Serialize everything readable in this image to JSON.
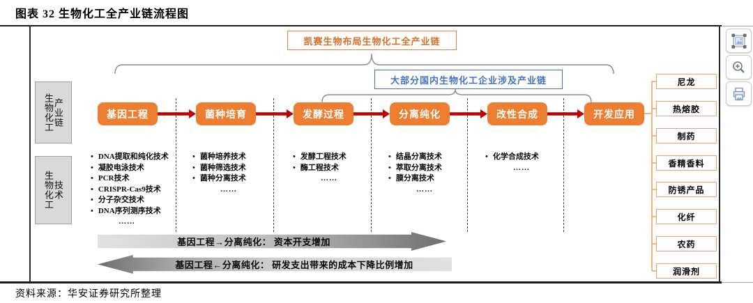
{
  "page": {
    "title": "图表 32 生物化工全产业链流程图",
    "source": "资料来源：华安证券研究所整理"
  },
  "banners": {
    "kaisai": "凯赛生物布局生物化工全产业链",
    "domestic": "大部分国内生物化工企业涉及产业链"
  },
  "side_labels": [
    {
      "main": "生物化工",
      "sub": "产业链"
    },
    {
      "main": "生物化工",
      "sub": "技术"
    }
  ],
  "flow": {
    "stages": [
      "基因工程",
      "菌种培育",
      "发酵过程",
      "分离纯化",
      "改性合成",
      "开发应用"
    ],
    "tech_lists": [
      {
        "items": [
          "DNA提取和纯化技术",
          "凝胶电泳技术",
          "PCR技术",
          "CRISPR-Cas9技术",
          "分子杂交技术",
          "DNA序列测序技术"
        ],
        "more": "……"
      },
      {
        "items": [
          "菌种培养技术",
          "菌种筛选技术",
          "菌种分离技术"
        ],
        "more": "……"
      },
      {
        "items": [
          "发酵工程技术",
          "酶工程技术"
        ],
        "more": "……"
      },
      {
        "items": [
          "结晶分离技术",
          "萃取分离技术",
          "膜分离技术"
        ],
        "more": "……"
      },
      {
        "items": [
          "化学合成技术"
        ],
        "more": "……"
      }
    ]
  },
  "applications": [
    "尼龙",
    "热熔胶",
    "制药",
    "香精香料",
    "防锈产品",
    "化纤",
    "农药",
    "润滑剂"
  ],
  "bottom_arrows": [
    {
      "direction": "right",
      "text": "基因工程→分离纯化： 资本开支增加"
    },
    {
      "direction": "left",
      "text": "基因工程←分离纯化： 研发支出带来的成本下降比例增加"
    }
  ],
  "toolbar": {
    "buttons": [
      "image-select",
      "zoom-in",
      "print-image"
    ]
  },
  "colors": {
    "stage_fill": "#ED7D31",
    "flow_arrow": "#C00000",
    "banner_orange": "#D2712E",
    "banner_blue": "#4472C4",
    "app_border": "#F0A064",
    "side_fill": "#D9D9D9"
  }
}
